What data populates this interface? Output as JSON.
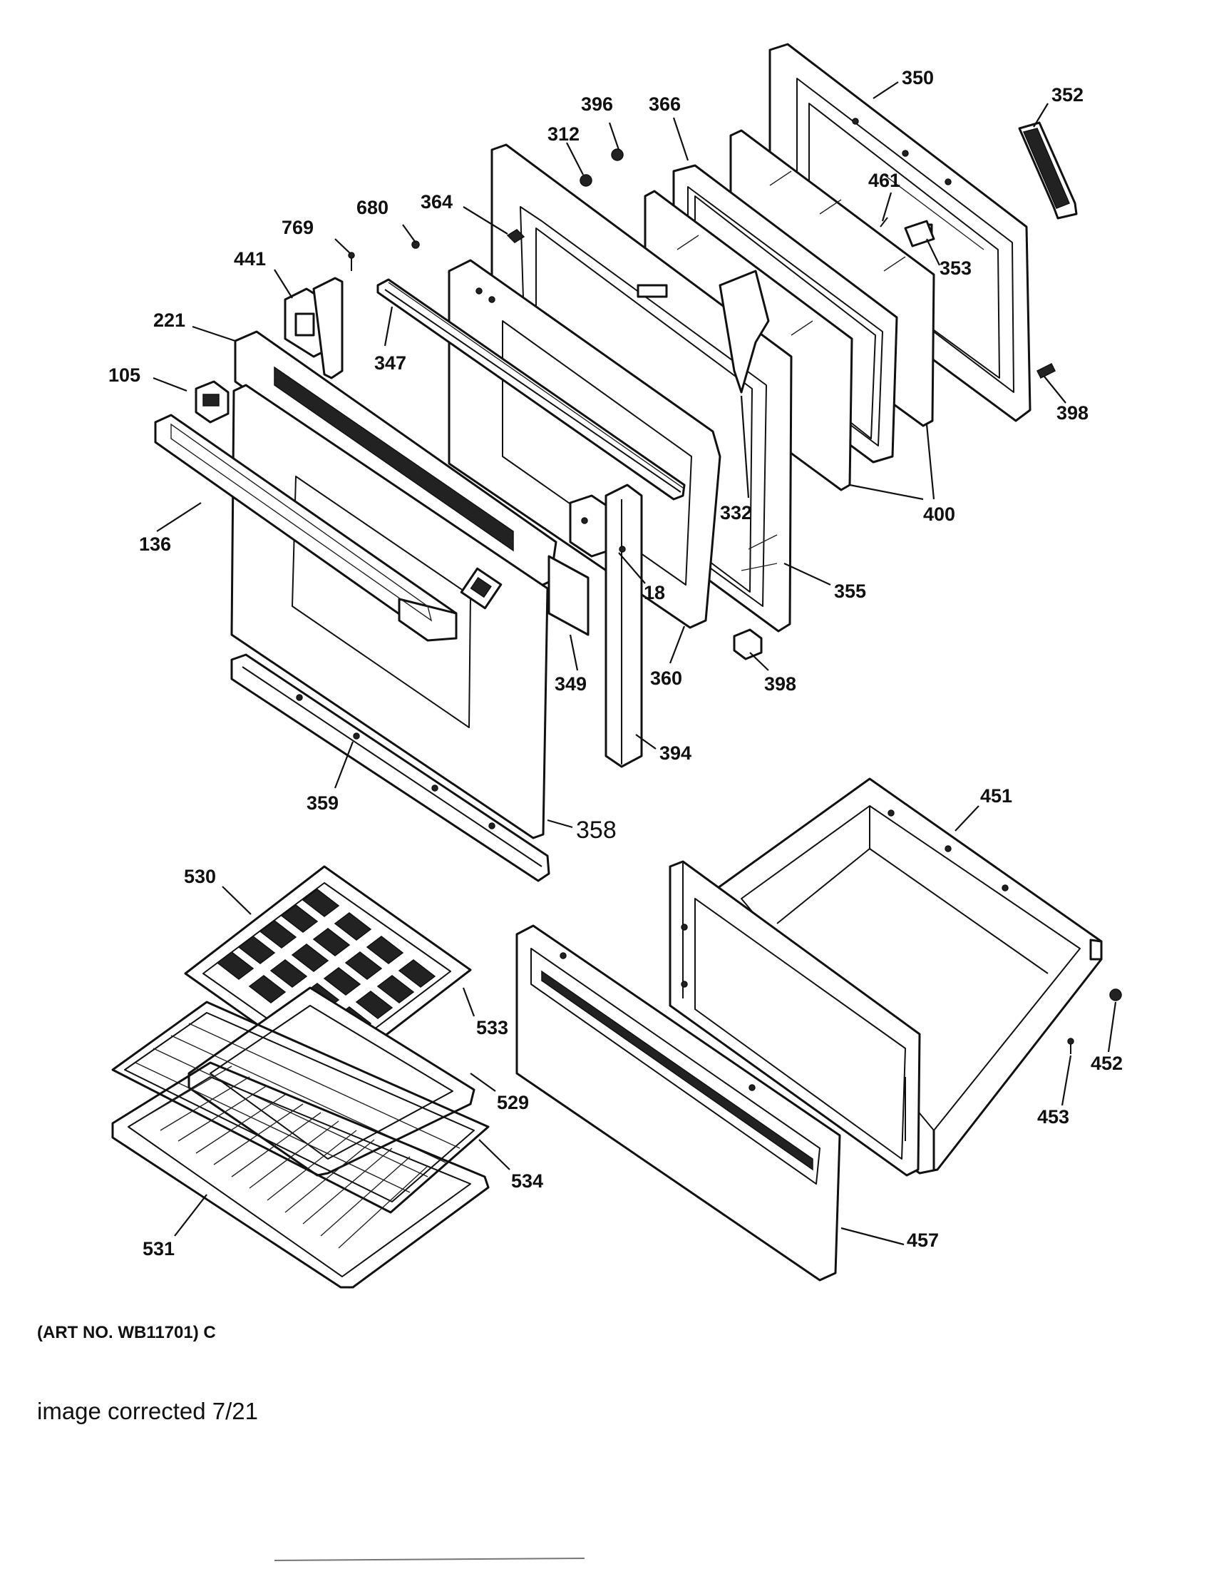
{
  "diagram": {
    "labels": [
      {
        "id": "350-top",
        "text": "350"
      },
      {
        "id": "352",
        "text": "352"
      },
      {
        "id": "396",
        "text": "396"
      },
      {
        "id": "366",
        "text": "366"
      },
      {
        "id": "312",
        "text": "312"
      },
      {
        "id": "461",
        "text": "461"
      },
      {
        "id": "364",
        "text": "364"
      },
      {
        "id": "680",
        "text": "680"
      },
      {
        "id": "353",
        "text": "353"
      },
      {
        "id": "769",
        "text": "769"
      },
      {
        "id": "441",
        "text": "441"
      },
      {
        "id": "221",
        "text": "221"
      },
      {
        "id": "347",
        "text": "347"
      },
      {
        "id": "105",
        "text": "105"
      },
      {
        "id": "398-right",
        "text": "398"
      },
      {
        "id": "400",
        "text": "400"
      },
      {
        "id": "332",
        "text": "332"
      },
      {
        "id": "136",
        "text": "136"
      },
      {
        "id": "18",
        "text": "18"
      },
      {
        "id": "355",
        "text": "355"
      },
      {
        "id": "349",
        "text": "349"
      },
      {
        "id": "360",
        "text": "360"
      },
      {
        "id": "398-bottom",
        "text": "398"
      },
      {
        "id": "394",
        "text": "394"
      },
      {
        "id": "359",
        "text": "359"
      },
      {
        "id": "358",
        "text": "358"
      },
      {
        "id": "451",
        "text": "451"
      },
      {
        "id": "530",
        "text": "530"
      },
      {
        "id": "533",
        "text": "533"
      },
      {
        "id": "452",
        "text": "452"
      },
      {
        "id": "529",
        "text": "529"
      },
      {
        "id": "453",
        "text": "453"
      },
      {
        "id": "534",
        "text": "534"
      },
      {
        "id": "531",
        "text": "531"
      },
      {
        "id": "457",
        "text": "457"
      }
    ]
  },
  "footer": {
    "art_number": "(ART NO. WB11701) C",
    "correction_note": "image corrected 7/21"
  }
}
